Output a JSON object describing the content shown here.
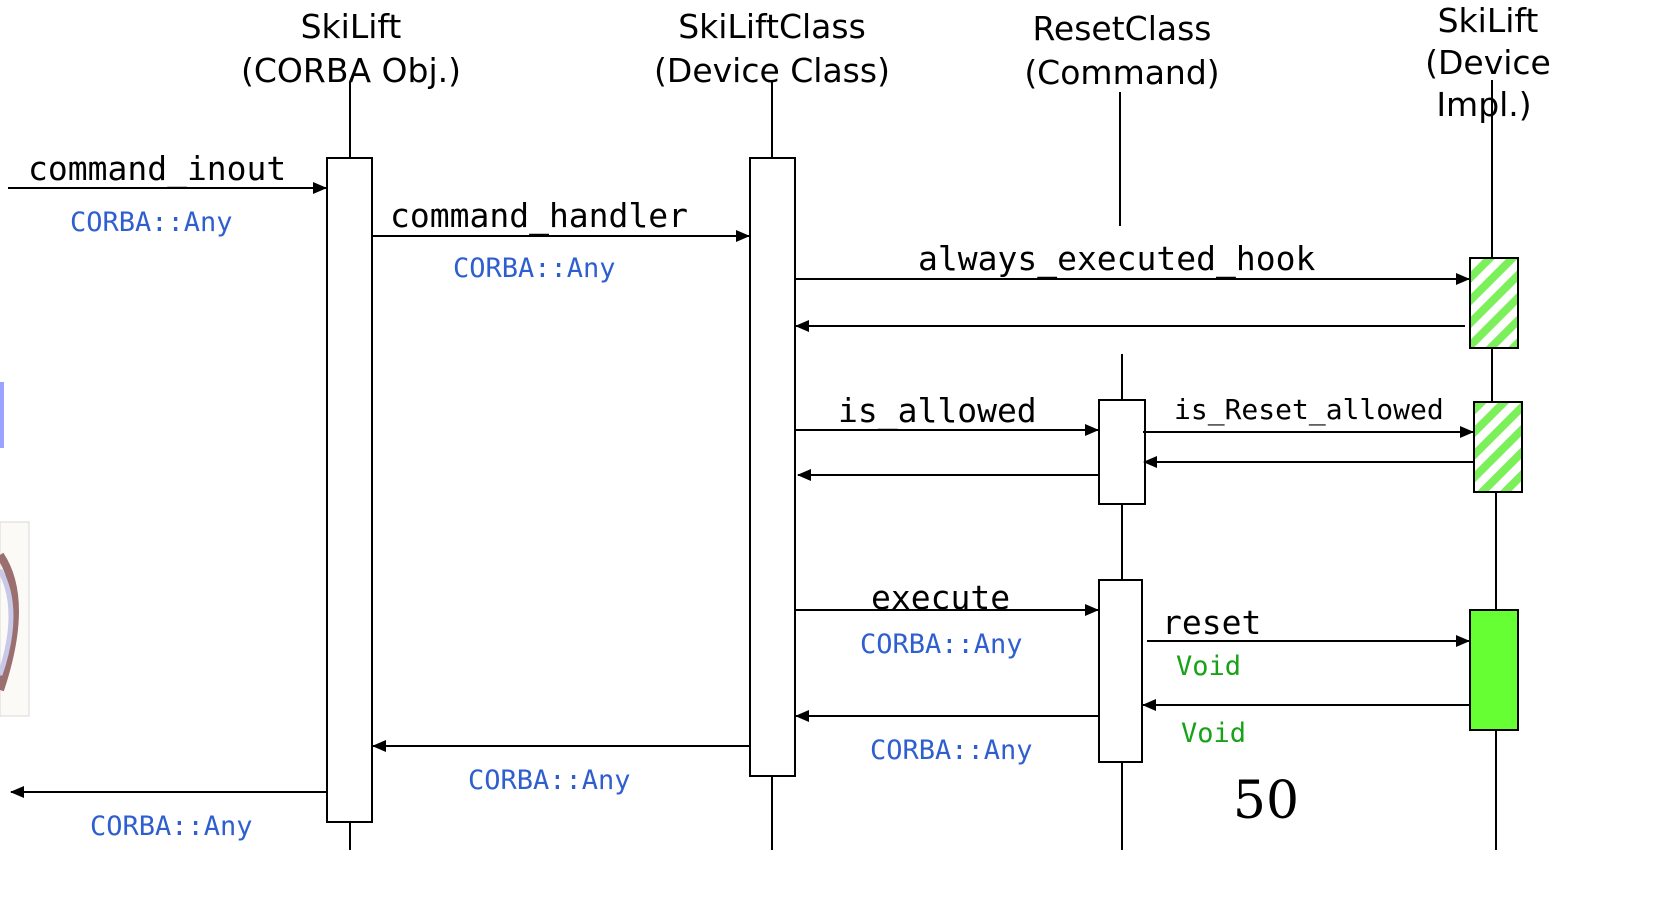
{
  "lifelines": [
    {
      "line1": "SkiLift",
      "line2": "(CORBA Obj.)"
    },
    {
      "line1": "SkiLiftClass",
      "line2": "(Device Class)"
    },
    {
      "line1": "ResetClass",
      "line2": "(Command)"
    },
    {
      "line1": "SkiLift",
      "line2": "(Device",
      "line3": "Impl.)"
    }
  ],
  "messages": {
    "command_inout": "command_inout",
    "command_inout_type": "CORBA::Any",
    "command_handler": "command_handler",
    "command_handler_type": "CORBA::Any",
    "always_executed_hook": "always_executed_hook",
    "is_allowed": "is_allowed",
    "is_reset_allowed": "is_Reset_allowed",
    "execute": "execute",
    "execute_type": "CORBA::Any",
    "reset": "reset",
    "reset_type": "Void",
    "reset_return_type": "Void",
    "execute_return_type": "CORBA::Any",
    "handler_return_type": "CORBA::Any",
    "inout_return_type": "CORBA::Any"
  },
  "page_number": "50",
  "colors": {
    "type_label": "#2f5fcf",
    "void_label": "#17a317",
    "hatched_activation": "#7cf05a",
    "solid_activation": "#66ff33"
  }
}
